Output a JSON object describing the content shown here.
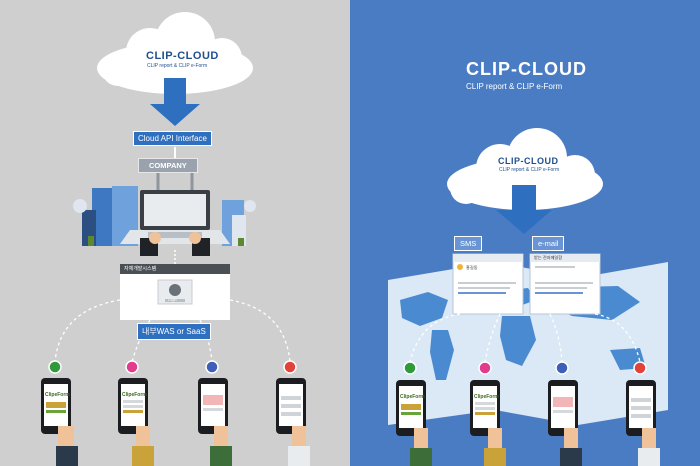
{
  "left": {
    "cloud_title": "CLIP-CLOUD",
    "cloud_sub": "CLIP report & CLIP e-Form",
    "api_label": "Cloud API Interface",
    "company_label": "COMPANY",
    "window_title": "자체개발시스템",
    "login_label": "Login",
    "was_label": "내부WAS or SaaS",
    "eform_label": "ClipeForm"
  },
  "right": {
    "title": "CLIP-CLOUD",
    "subtitle": "CLIP report & CLIP e-Form",
    "cloud_title": "CLIP-CLOUD",
    "cloud_sub": "CLIP report & CLIP e-Form",
    "sms_label": "SMS",
    "email_label": "e-mail",
    "sms_sender": "홍길동",
    "email_sender": "받는 전자메일함",
    "eform_label": "ClipeForm"
  },
  "colors": {
    "left_bg": "#cfcfcf",
    "right_bg": "#4a7cc4",
    "accent_blue": "#2f6fc0",
    "pin_colors": [
      "#2e9a3b",
      "#e23a8d",
      "#3d5fb8",
      "#e2423a"
    ]
  }
}
